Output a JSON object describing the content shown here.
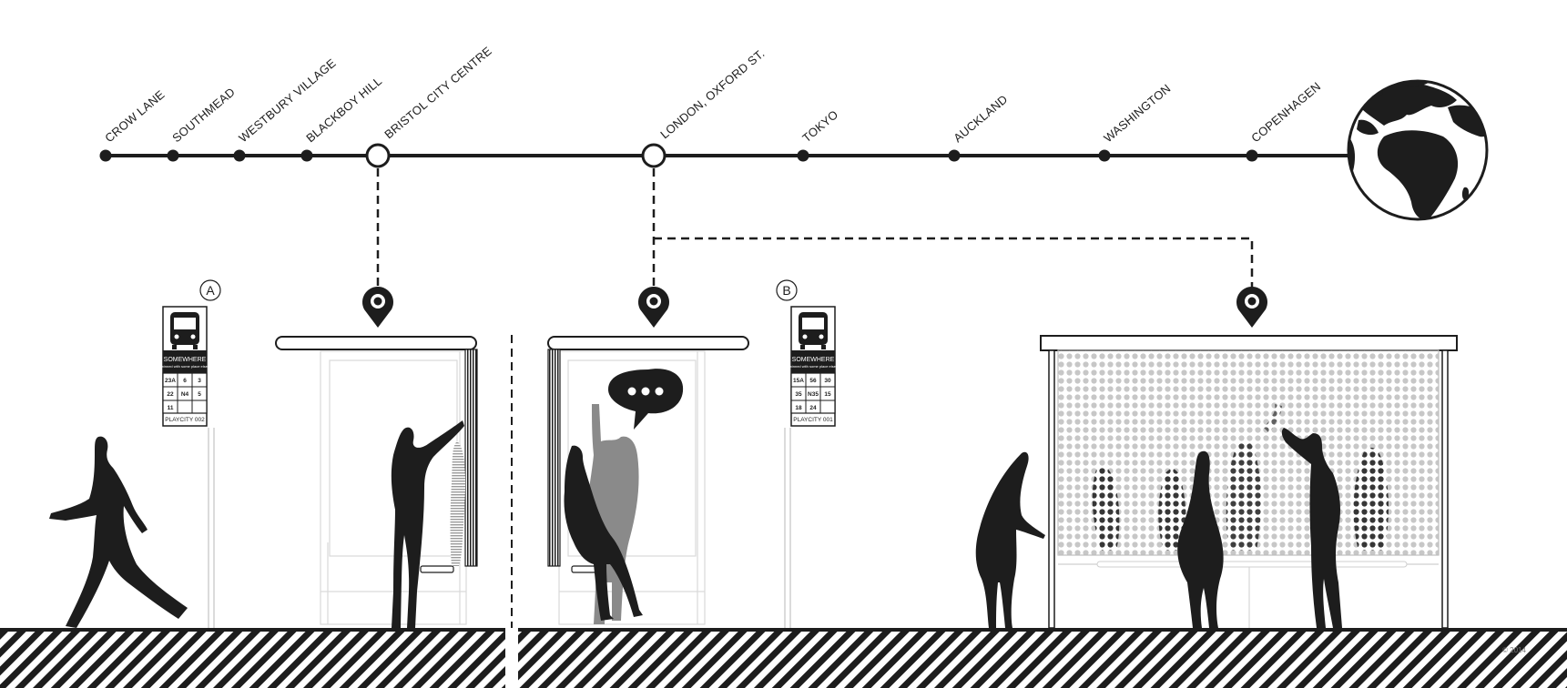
{
  "route": {
    "stops": [
      {
        "label": "CROW LANE",
        "major": false
      },
      {
        "label": "SOUTHMEAD",
        "major": false
      },
      {
        "label": "WESTBURY VILLAGE",
        "major": false
      },
      {
        "label": "BLACKBOY HILL",
        "major": false
      },
      {
        "label": "BRISTOL CITY CENTRE",
        "major": true
      },
      {
        "label": "LONDON, OXFORD ST.",
        "major": true
      },
      {
        "label": "TOKYO",
        "major": false
      },
      {
        "label": "AUCKLAND",
        "major": false
      },
      {
        "label": "WASHINGTON",
        "major": false
      },
      {
        "label": "COPENHAGEN",
        "major": false
      }
    ],
    "globe_icon": "globe-icon"
  },
  "signs": [
    {
      "badge": "A",
      "title": "SOMEWHERE",
      "subtitle": "Twinned with some place else...",
      "routes": [
        [
          "23A",
          "6",
          "3"
        ],
        [
          "22",
          "N4",
          "5"
        ],
        [
          "11",
          "",
          ""
        ]
      ],
      "footer": "PLAYCITY 002"
    },
    {
      "badge": "B",
      "title": "SOMEWHERE",
      "subtitle": "Twinned with some place else...",
      "routes": [
        [
          "15A",
          "56",
          "30"
        ],
        [
          "35",
          "N35",
          "15"
        ],
        [
          "18",
          "24",
          ""
        ]
      ],
      "footer": "PLAYCITY 001"
    }
  ],
  "icons": {
    "bus": "bus-icon",
    "pin": "location-pin-icon",
    "speech": "speech-bubble-icon"
  },
  "credit": "© 2014",
  "colors": {
    "ink": "#1d1d1d",
    "grey_figure": "#8a8a8a",
    "light_line": "#cfcfcf",
    "background": "#ffffff"
  }
}
